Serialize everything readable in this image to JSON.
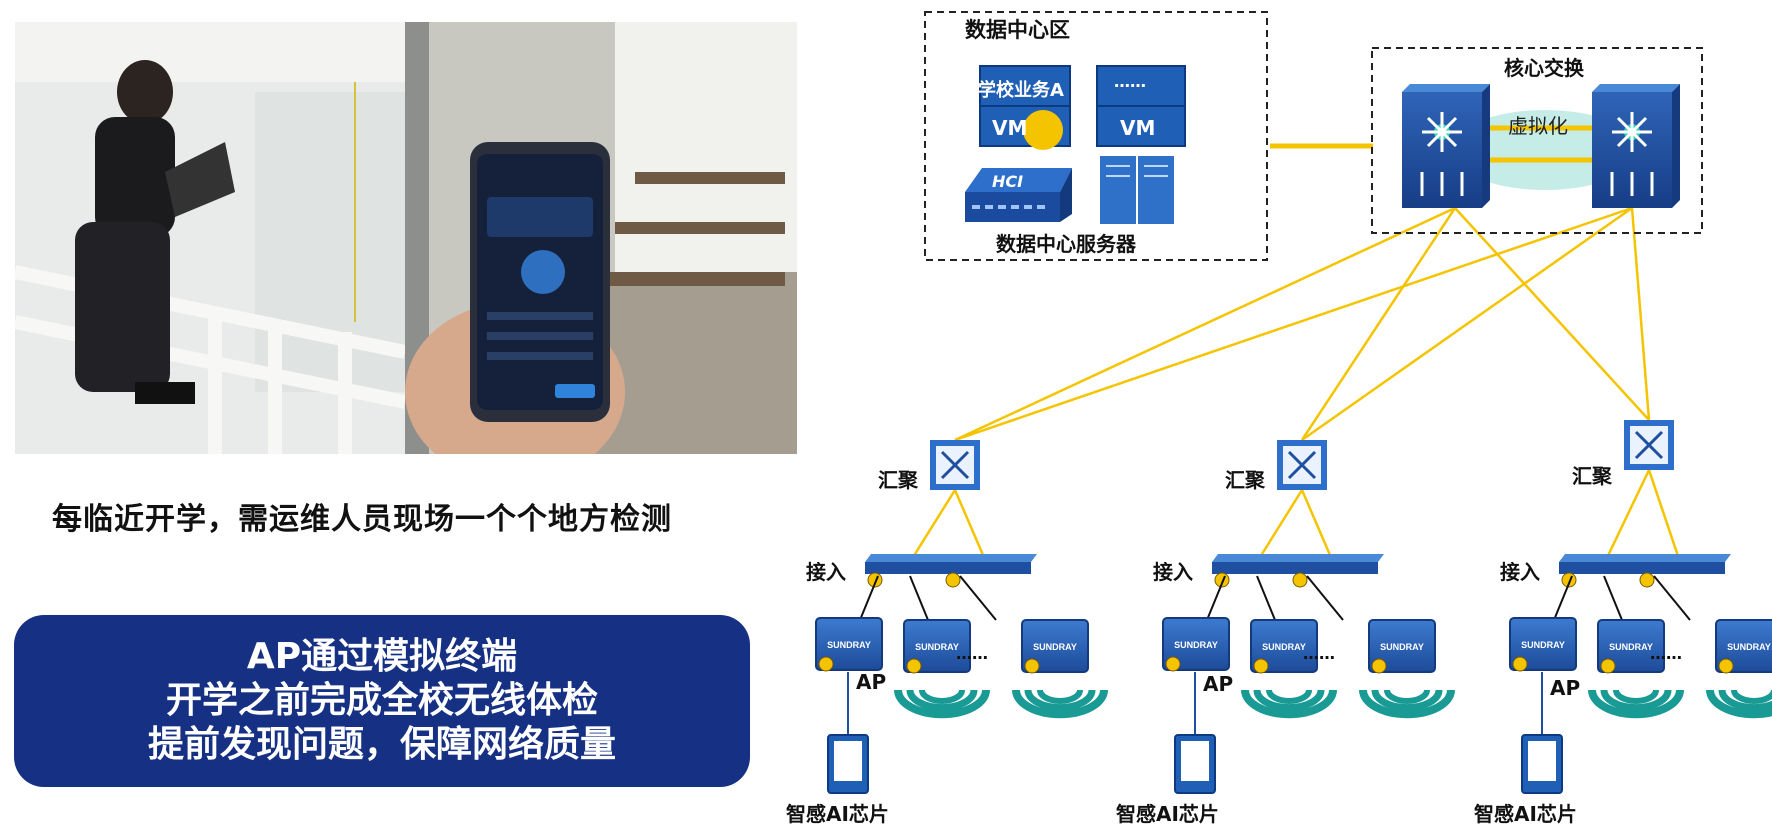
{
  "caption": "每临近开学，需运维人员现场一个个地方检测",
  "banner": {
    "line1": "AP通过模拟终端",
    "line2": "开学之前完成全校无线体检",
    "line3": "提前发现问题，保障网络质量"
  },
  "datacenter": {
    "title": "数据中心区",
    "app_label": "学校业务A",
    "vm1": "VM",
    "ellipsis": "……",
    "vm2": "VM",
    "hci": "HCI",
    "servers": "数据中心服务器"
  },
  "core": {
    "title": "核心交换",
    "virtual": "虚拟化"
  },
  "groups": [
    {
      "agg": "汇聚",
      "access": "接入",
      "ap": "AP",
      "chip": "智感AI芯片",
      "brand": "SUNDRAY"
    },
    {
      "agg": "汇聚",
      "access": "接入",
      "ap": "AP",
      "chip": "智感AI芯片",
      "brand": "SUNDRAY"
    },
    {
      "agg": "汇聚",
      "access": "接入",
      "ap": "AP",
      "chip": "智感AI芯片",
      "brand": "SUNDRAY"
    }
  ],
  "dots": "……",
  "colors": {
    "banner": "#163084",
    "link": "#f5c400",
    "device_blue": "#1f4fa0",
    "wifi": "#1a9a94"
  }
}
